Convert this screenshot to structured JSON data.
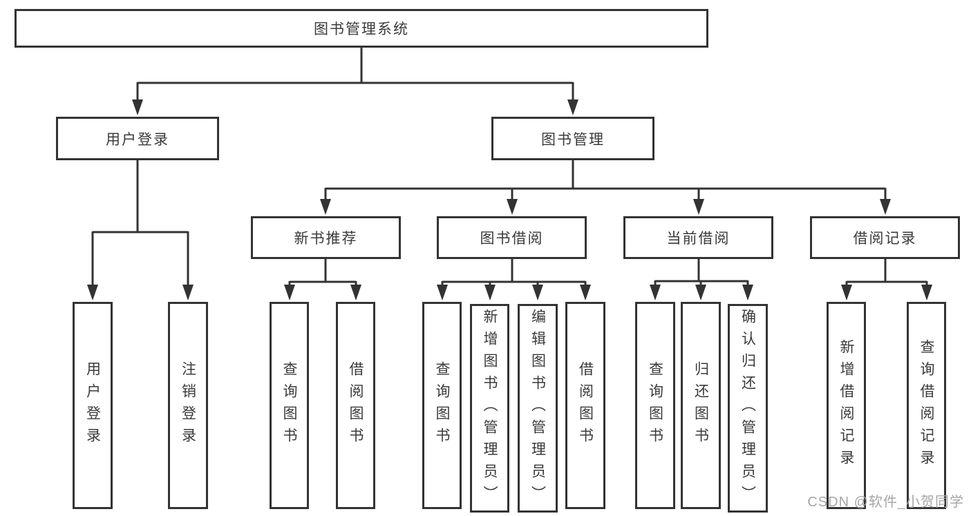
{
  "root": {
    "label": "图书管理系统"
  },
  "level2": {
    "user_login": {
      "label": "用户登录"
    },
    "book_mgmt": {
      "label": "图书管理"
    }
  },
  "level3": {
    "new_books": {
      "label": "新书推荐"
    },
    "book_borrow": {
      "label": "图书借阅"
    },
    "current_borrow": {
      "label": "当前借阅"
    },
    "borrow_records": {
      "label": "借阅记录"
    }
  },
  "leaves": {
    "user_login": [
      "用户登录",
      "注销登录"
    ],
    "new_books": [
      "查询图书",
      "借阅图书"
    ],
    "book_borrow": [
      "查询图书",
      "新增图书（管理员）",
      "编辑图书（管理员）",
      "借阅图书"
    ],
    "current_borrow": [
      "查询图书",
      "归还图书",
      "确认归还（管理员）"
    ],
    "borrow_records": [
      "新增借阅记录",
      "查询借阅记录"
    ]
  },
  "watermark": "CSDN @软件_小贺同学",
  "colors": {
    "line": "#333333",
    "text": "#3a3a3a",
    "watermark": "#a6a6a6",
    "background": "#ffffff"
  }
}
